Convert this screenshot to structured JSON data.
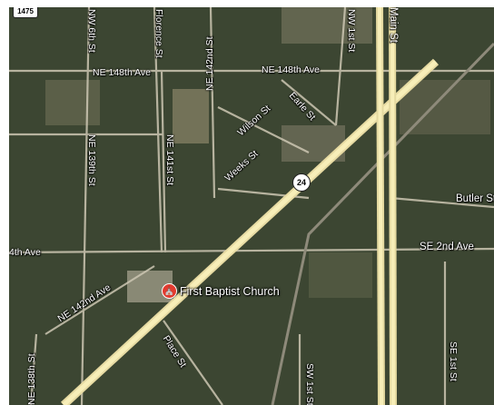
{
  "map": {
    "type": "satellite",
    "colors": {
      "forest": "#3f4a33",
      "clearing": "#8a8468",
      "road_minor": "#d8d2c0",
      "road_major": "#f2e6b4",
      "highway": "#f7eeb8"
    }
  },
  "shields": {
    "top_left": "1475",
    "route": "24"
  },
  "poi": {
    "name": "First Baptist Church",
    "icon": "church-pin-icon"
  },
  "streets": {
    "nw_6th": "NW 6th St",
    "florence": "Florence St",
    "ne_142nd_st": "NE 142nd St",
    "nw_1st": "NW 1st St",
    "main": "Main St",
    "ne_148th_left": "NE 148th Ave",
    "ne_148th_right": "NE 148th Ave",
    "wilson": "Wilson St",
    "earle": "Earle St",
    "ne_139th": "NE 139th St",
    "ne_141st": "NE 141st St",
    "weeks": "Weeks St",
    "butler": "Butler St",
    "ath_ave": "4th Ave",
    "se_2nd": "SE 2nd Ave",
    "ne_142nd_ave": "NE 142nd Ave",
    "ne_138th": "NE 138th St",
    "place": "Place St",
    "sw_1st": "SW 1st St",
    "se_1st": "SE 1st St"
  }
}
